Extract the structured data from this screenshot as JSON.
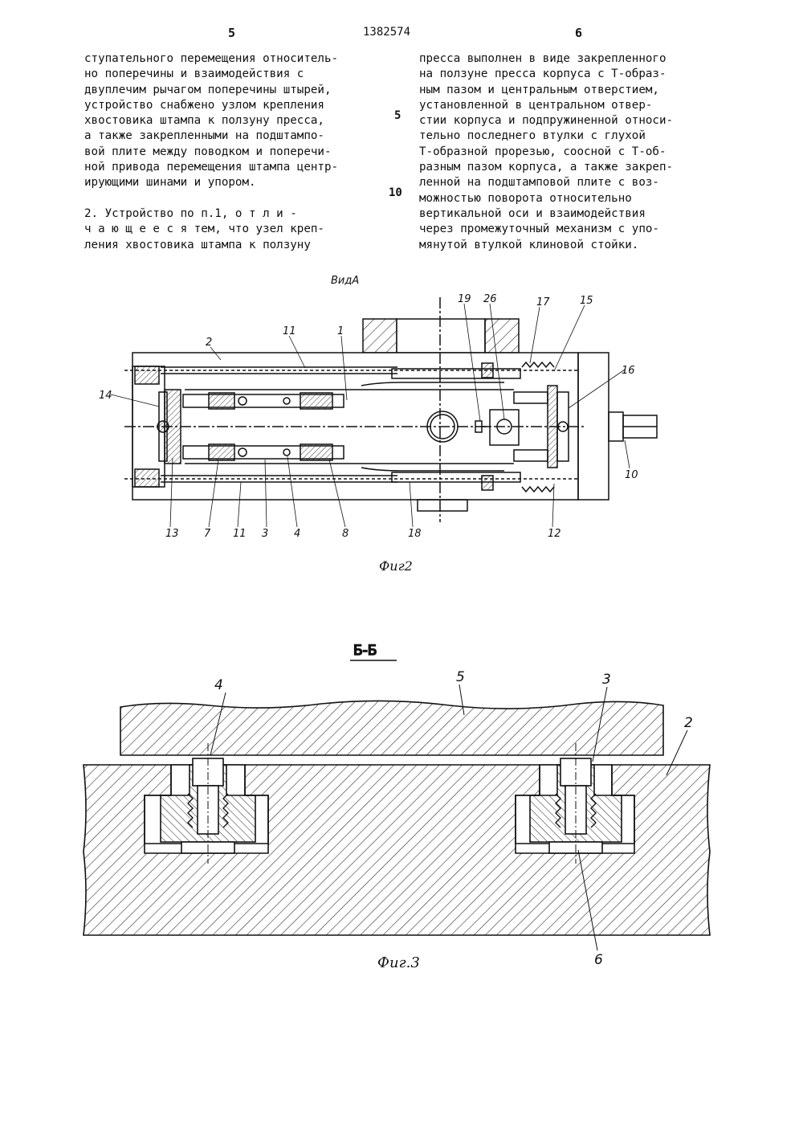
{
  "header": {
    "page_left": "5",
    "patent_number": "1382574",
    "page_right": "6"
  },
  "left_column": [
    "ступательного перемещения относитель-",
    "но поперечины и взаимодействия с",
    "двуплечим рычагом поперечины штырей,",
    "устройство снабжено узлом крепления",
    "хвостовика штампа к ползуну пресса,",
    "а также закрепленными на подштампо-",
    "вой плите между поводком и поперечи-",
    "ной привода перемещения штампа центр-",
    "ирующими шинами и упором.",
    "",
    "   2. Устройство по п.1, о т л и -",
    "ч а ю щ е е с я тем, что узел креп-",
    "ления хвостовика штампа к ползуну"
  ],
  "right_column": [
    "пресса выполнен в виде закрепленного",
    "на ползуне пресса корпуса с Т-образ-",
    "ным пазом и центральным отверстием,",
    "установленной в центральном отвер-",
    "стии корпуса и подпружиненной относи-",
    "тельно последнего втулки с глухой",
    "Т-образной прорезью, соосной с Т-об-",
    "разным пазом корпуса, а также закреп-",
    "ленной на подштамповой плите с воз-",
    "можностью поворота относительно",
    "вертикальной оси и взаимодействия",
    "через промежуточный механизм с упо-",
    "мянутой втулкой клиновой стойки."
  ],
  "line_numbers": [
    "5",
    "10"
  ],
  "figure2": {
    "view_label": "ВидА",
    "caption": "Фиг2",
    "labels": [
      "2",
      "11",
      "1",
      "19",
      "26",
      "17",
      "15",
      "14",
      "16",
      "10",
      "13",
      "7",
      "11",
      "3",
      "4",
      "8",
      "18",
      "12"
    ]
  },
  "figure3": {
    "section_label": "Б-Б",
    "caption": "Фиг.3",
    "labels": [
      "4",
      "5",
      "3",
      "2",
      "6"
    ]
  }
}
